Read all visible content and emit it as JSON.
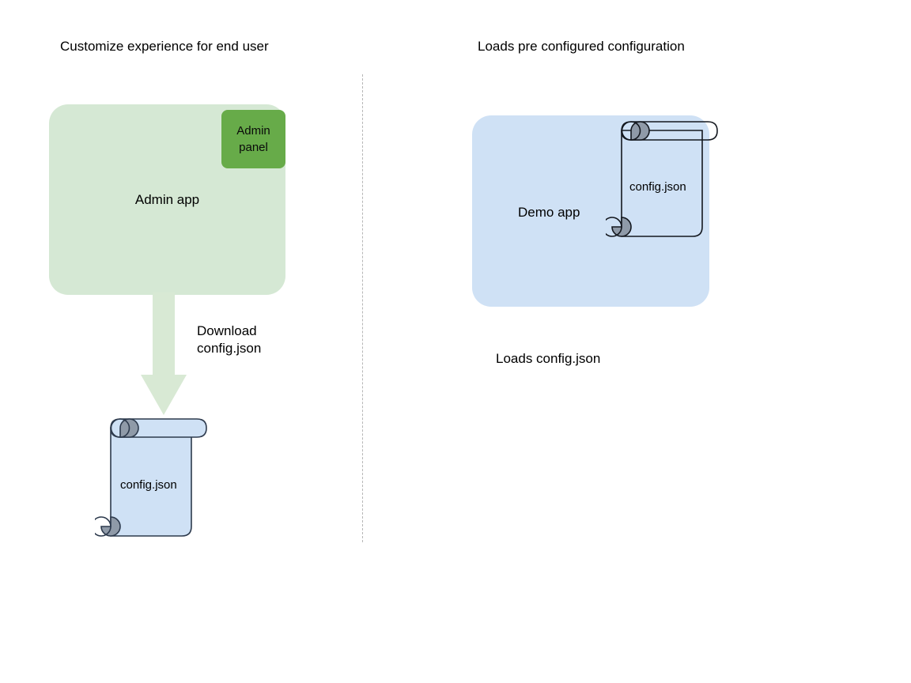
{
  "diagram": {
    "type": "two-panel-flow-diagram",
    "background": "#ffffff",
    "divider": {
      "name": "vertical-dashed-divider",
      "style": "dashed",
      "color": "#b6b6b6"
    },
    "left_panel": {
      "title": "Customize experience for end user",
      "app_box": {
        "label": "Admin app",
        "fill": "#d5e8d4"
      },
      "sub_box": {
        "label": "Admin\npanel",
        "fill": "#67ab49"
      },
      "arrow": {
        "direction": "down",
        "fill": "#d8e9d4",
        "label": "Download\nconfig.json"
      },
      "document": {
        "label": "config.json",
        "fill": "#cfe1f5",
        "stroke": "#2d3a4d",
        "roll_fill": "#8f9aa8"
      }
    },
    "right_panel": {
      "title": "Loads pre configured configuration",
      "app_box": {
        "label": "Demo app",
        "fill": "#cfe1f5"
      },
      "document": {
        "label": "config.json",
        "fill": "none",
        "stroke": "#14181f",
        "roll_fill": "#8f9aa8"
      },
      "caption": "Loads config.json"
    }
  }
}
